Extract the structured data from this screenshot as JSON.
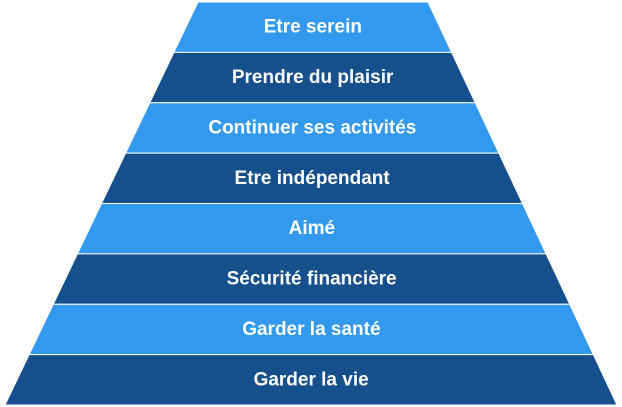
{
  "pyramid": {
    "levels": [
      {
        "label": "Etre serein",
        "shade": "light"
      },
      {
        "label": "Prendre du plaisir",
        "shade": "dark"
      },
      {
        "label": "Continuer ses activités",
        "shade": "light"
      },
      {
        "label": "Etre indépendant",
        "shade": "dark"
      },
      {
        "label": "Aimé",
        "shade": "light"
      },
      {
        "label": "Sécurité financière",
        "shade": "dark"
      },
      {
        "label": "Garder la santé",
        "shade": "light"
      },
      {
        "label": "Garder la vie",
        "shade": "dark"
      }
    ],
    "colors": {
      "light": "#3399ee",
      "dark": "#154f8c",
      "outline": "#ffffff",
      "text": "#ffffff"
    }
  }
}
